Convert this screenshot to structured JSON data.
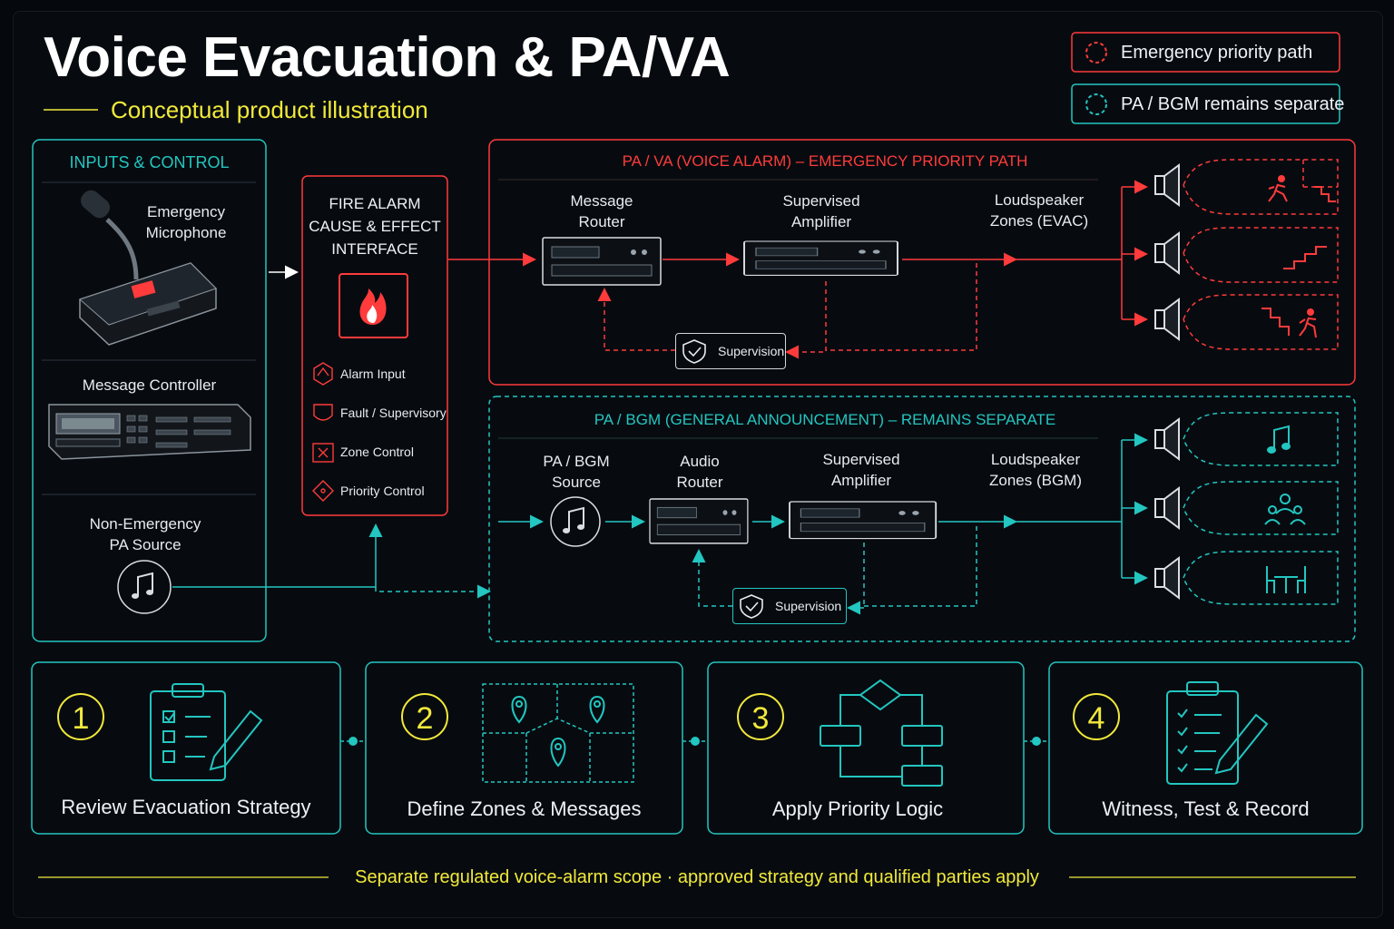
{
  "header": {
    "title": "Voice Evacuation & PA/VA",
    "subtitle": "Conceptual product illustration"
  },
  "legend": [
    {
      "label": "Emergency priority path"
    },
    {
      "label": "PA / BGM remains separate"
    }
  ],
  "inputs": {
    "heading": "INPUTS & CONTROL",
    "emergency_mic": [
      "Emergency",
      "Microphone"
    ],
    "message_controller": "Message Controller",
    "pa_source": [
      "Non-Emergency",
      "PA Source"
    ]
  },
  "fire_alarm": {
    "title": [
      "FIRE ALARM",
      "CAUSE & EFFECT",
      "INTERFACE"
    ],
    "items": [
      "Alarm Input",
      "Fault / Supervisory",
      "Zone Control",
      "Priority Control"
    ]
  },
  "va_path": {
    "heading": "PA / VA (VOICE ALARM) – EMERGENCY PRIORITY PATH",
    "message_router": [
      "Message",
      "Router"
    ],
    "amplifier": [
      "Supervised",
      "Amplifier"
    ],
    "speakers": [
      "Loudspeaker",
      "Zones (EVAC)"
    ],
    "supervision": "Supervision"
  },
  "bgm_path": {
    "heading": "PA / BGM (GENERAL ANNOUNCEMENT) – REMAINS SEPARATE",
    "source": [
      "PA / BGM",
      "Source"
    ],
    "audio_router": [
      "Audio",
      "Router"
    ],
    "amplifier": [
      "Supervised",
      "Amplifier"
    ],
    "speakers": [
      "Loudspeaker",
      "Zones (BGM)"
    ],
    "supervision": "Supervision"
  },
  "steps": [
    {
      "number": "1",
      "label": "Review Evacuation Strategy"
    },
    {
      "number": "2",
      "label": "Define Zones & Messages"
    },
    {
      "number": "3",
      "label": "Apply Priority Logic"
    },
    {
      "number": "4",
      "label": "Witness, Test & Record"
    }
  ],
  "footer": "Separate regulated voice-alarm scope · approved strategy and qualified parties apply",
  "colors": {
    "emergency": "#ff3b3b",
    "pa": "#23c6c0",
    "accent": "#f1e93a",
    "background": "#05080c"
  }
}
